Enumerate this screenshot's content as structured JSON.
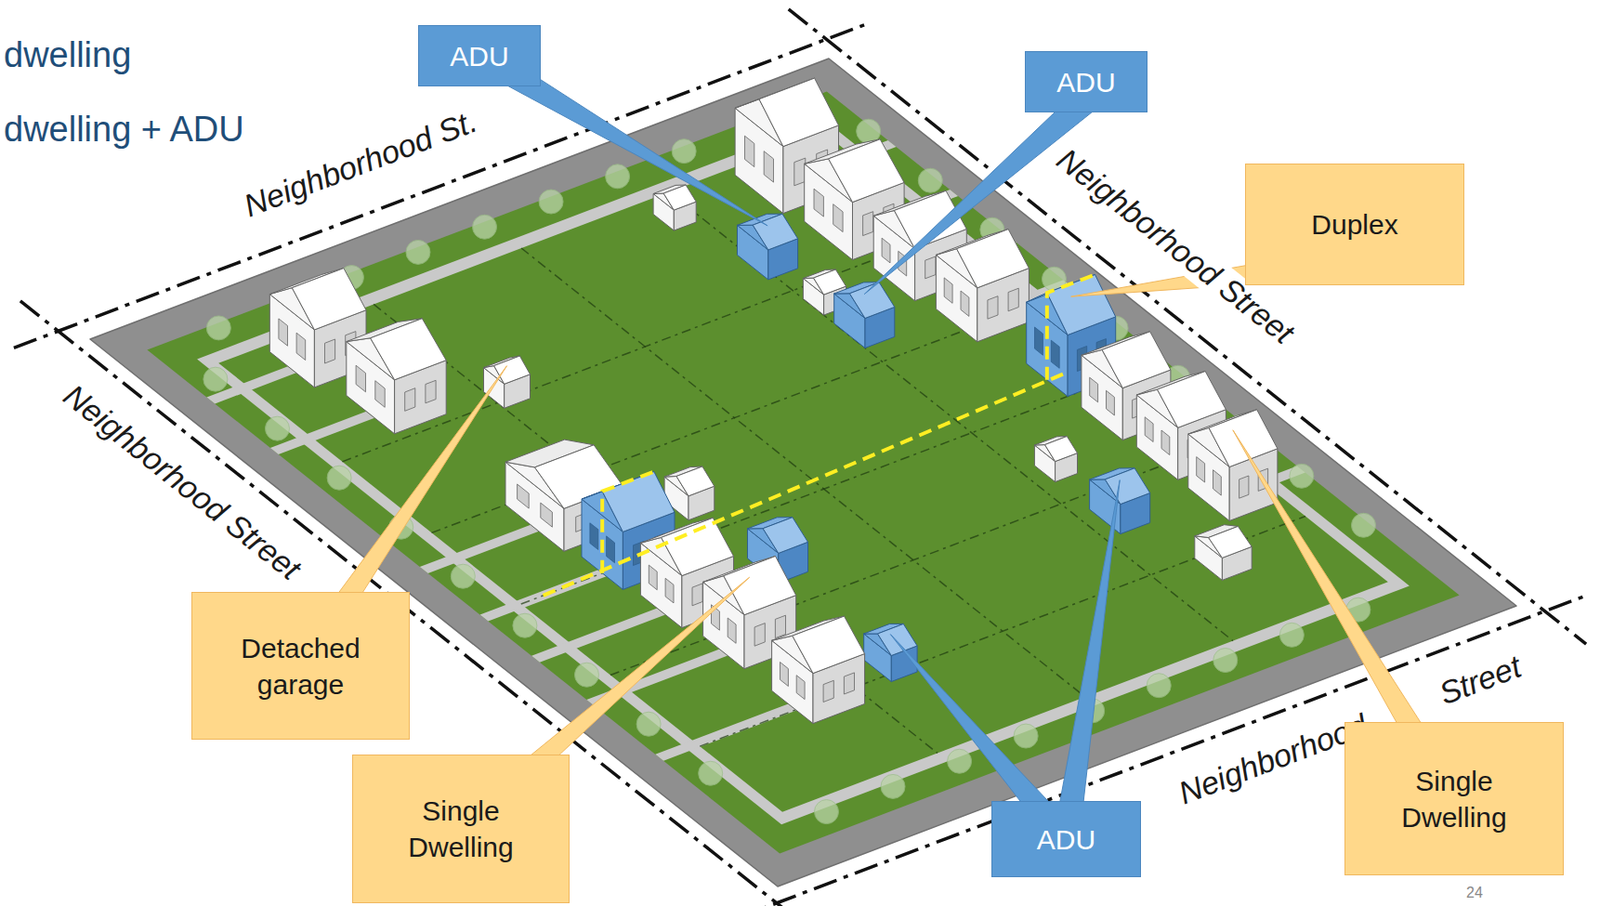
{
  "diagram": {
    "nodes": [
      {
        "text": [
          "ADU"
        ]
      },
      {
        "text": [
          "ADU"
        ]
      },
      {
        "text": [
          "Duplex"
        ]
      },
      {
        "text": [
          "Detached garage"
        ]
      },
      {
        "text": [
          "Single Dwelling"
        ]
      },
      {
        "text": [
          "Single Dwelling"
        ]
      },
      {
        "text": [
          "ADU"
        ]
      }
    ],
    "labels": [
      "dwelling",
      "dwelling + ADU",
      "Neighborhood St.",
      "Neighborhood Street",
      "Neighborhood Street",
      "Neighborhood",
      "Street",
      "24"
    ]
  }
}
